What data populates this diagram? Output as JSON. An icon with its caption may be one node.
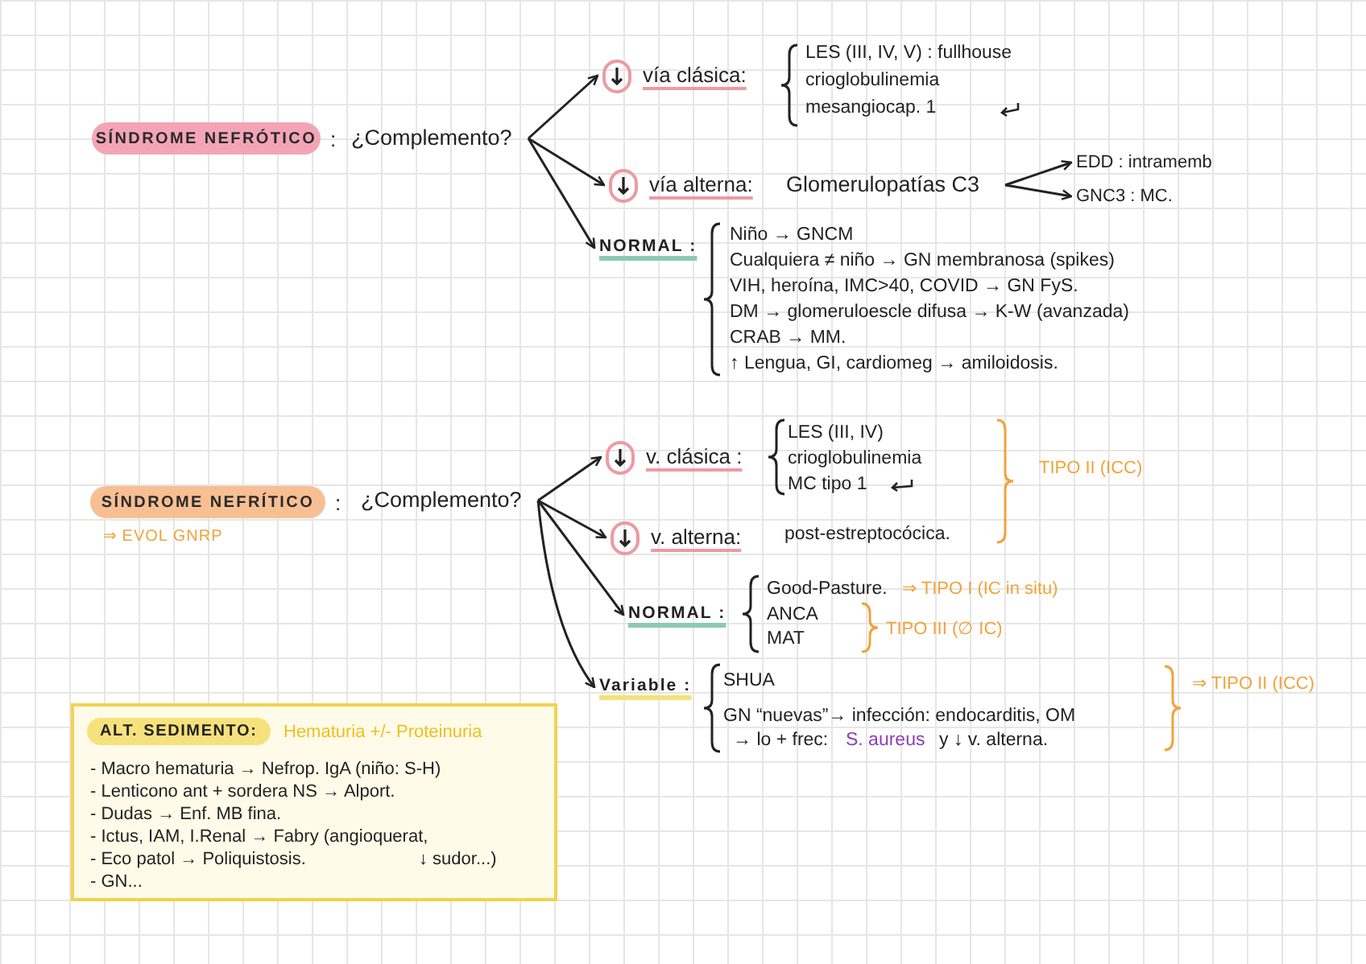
{
  "diagram": {
    "nodes": [
      {
        "text": [
          "SÍNDROME NEFRÓTICO"
        ],
        "beside": [
          ":"
        ]
      },
      {
        "text": [
          "¿Complemento?"
        ]
      },
      {
        "text": [
          "vía clásica:"
        ]
      },
      {
        "text": [
          "vía alterna:"
        ]
      },
      {
        "text": [
          "Glomerulopatías C3"
        ]
      },
      {
        "text": [
          "EDD : intramemb"
        ]
      },
      {
        "text": [
          "GNC3 : MC."
        ]
      },
      {
        "text": [
          "NORMAL :"
        ]
      },
      {
        "text": [
          "SÍNDROME NEFRÍTICO"
        ],
        "beside": [
          ":",
          "⇒ EVOL GNRP"
        ]
      },
      {
        "text": [
          "¿Complemento?"
        ]
      },
      {
        "text": [
          "v. clásica :"
        ]
      },
      {
        "text": [
          "v. alterna:"
        ]
      },
      {
        "text": [
          "NORMAL :"
        ]
      },
      {
        "text": [
          "Variable :"
        ]
      },
      {
        "text": [
          "ALT. SEDIMENTO:",
          "Hematuria +/- Proteinuria",
          "- Macro hematuria → Nefrop. IgA (niño: S-H)",
          "- Lenticono ant + sordera NS → Alport.",
          "- Dudas → Enf. MB fina.",
          "- Ictus, IAM, I.Renal → Fabry (angioquerat,",
          "- Eco patol → Poliquistosis.",
          "↓ sudor...)",
          "- GN..."
        ]
      }
    ],
    "edges": [
      {
        "from": 1,
        "to": 2,
        "arrow": "to"
      },
      {
        "from": 1,
        "to": 3,
        "arrow": "to"
      },
      {
        "from": 1,
        "to": 7,
        "arrow": "to"
      },
      {
        "from": 4,
        "to": 5,
        "arrow": "to"
      },
      {
        "from": 4,
        "to": 6,
        "arrow": "to"
      },
      {
        "from": 9,
        "to": 10,
        "arrow": "to"
      },
      {
        "from": 9,
        "to": 11,
        "arrow": "to"
      },
      {
        "from": 9,
        "to": 12,
        "arrow": "to"
      },
      {
        "from": 9,
        "to": 13,
        "arrow": "to"
      }
    ],
    "labels": [
      "LES (III, IV, V) : fullhouse",
      "crioglobulinemia",
      "mesangiocap. 1",
      "Niño → GNCM",
      "Cualquiera ≠ niño → GN membranosa (spikes)",
      "VIH, heroína, IMC>40, COVID → GN FyS.",
      "DM → glomeruloescle difusa → K-W (avanzada)",
      "CRAB → MM.",
      "↑ Lengua, GI, cardiomeg → amiloidosis.",
      "LES (III, IV)",
      "crioglobulinemia",
      "MC tipo 1",
      "TIPO II (ICC)",
      "post-estreptocócica.",
      "Good-Pasture.",
      "⇒ TIPO I (IC in situ)",
      "ANCA",
      "MAT",
      "TIPO III (∅ IC)",
      "SHUA",
      "GN “nuevas”→ infección: endocarditis, OM",
      "→ lo + frec:",
      "S. aureus",
      "y ↓ v. alterna.",
      "⇒ TIPO II (ICC)"
    ]
  }
}
